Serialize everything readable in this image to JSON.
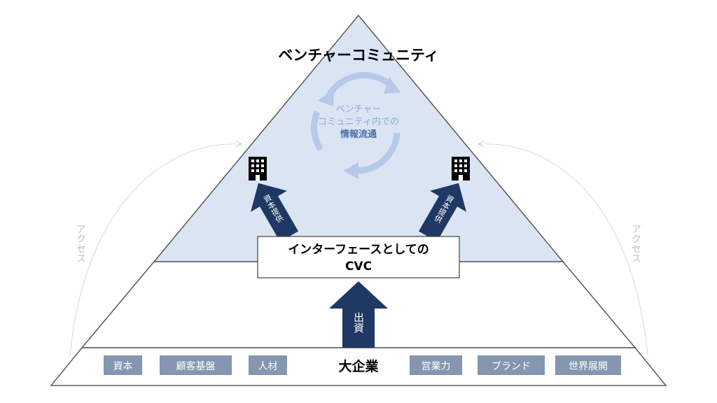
{
  "diagram": {
    "title": "ベンチャーコミュニティ",
    "cycle": {
      "line1": "ベンチャー",
      "line2": "コミュニティ内での",
      "line3": "情報流通"
    },
    "arrow_left_label": "資本提供",
    "arrow_right_label": "資本提供",
    "interface_box": {
      "line1": "インターフェースとしての",
      "line2": "CVC"
    },
    "investment_label": "出資",
    "access_left": "アクセス",
    "access_right": "アクセス",
    "base_title": "大企業",
    "assets": [
      "資本",
      "顧客基盤",
      "人材",
      "営業力",
      "ブランド",
      "世界展開"
    ],
    "icons": [
      "building-icon",
      "building-icon",
      "cycle-arrows-icon"
    ],
    "colors": {
      "top_fill": "#dbe4f3",
      "navy": "#1f3864",
      "chip": "#8496b0",
      "cycle": "#b4c7e7",
      "cycle_text": "#8faadc",
      "access": "#bfbfbf"
    }
  }
}
